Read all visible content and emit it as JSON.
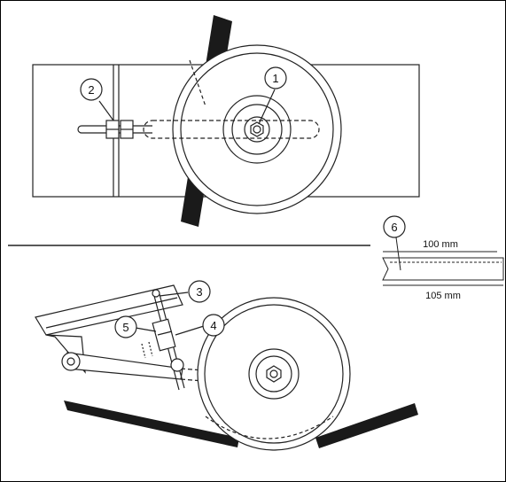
{
  "callouts": {
    "c1": "1",
    "c2": "2",
    "c3": "3",
    "c4": "4",
    "c5": "5",
    "c6": "6"
  },
  "dimensions": {
    "top": "100 mm",
    "bottom": "105 mm"
  },
  "colors": {
    "line": "#222222",
    "belt": "#1a1a1a",
    "background": "#ffffff"
  }
}
